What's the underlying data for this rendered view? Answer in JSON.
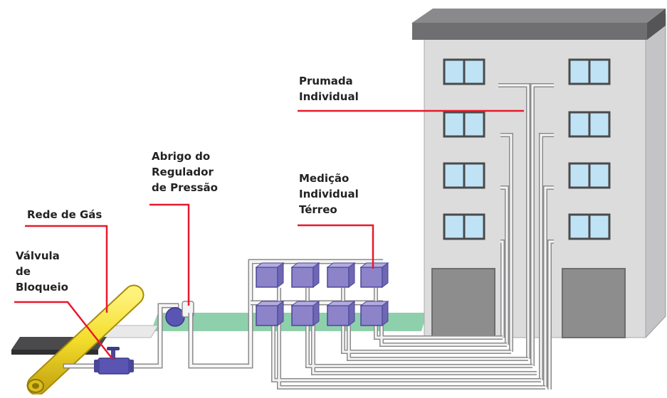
{
  "labels": {
    "prumada": [
      "Prumada",
      "Individual"
    ],
    "abrigo": [
      "Abrigo do",
      "Regulador",
      "de Pressão"
    ],
    "medicao": [
      "Medição",
      "Individual",
      "Térreo"
    ],
    "rede": [
      "Rede de Gás"
    ],
    "valvula": [
      "Válvula",
      "de",
      "Bloqueio"
    ]
  },
  "colors": {
    "leader_line": "#e8192c",
    "gas_pipe": "#f3dd2a",
    "ground_strip": "#8fd0ac",
    "building_wall": "#dcdcdc",
    "building_side": "#c4c4c6",
    "roof": "#6f6f71",
    "window_glass": "#bfe3f5",
    "meter_box": "#8c83c9",
    "valve": "#5a55b3",
    "door": "#8d8d8f",
    "service_pipe": "#f4f4f4"
  },
  "icons": {
    "building": "building-icon",
    "meter": "gas-meter-icon",
    "valve": "valve-icon",
    "regulator": "regulator-icon"
  }
}
